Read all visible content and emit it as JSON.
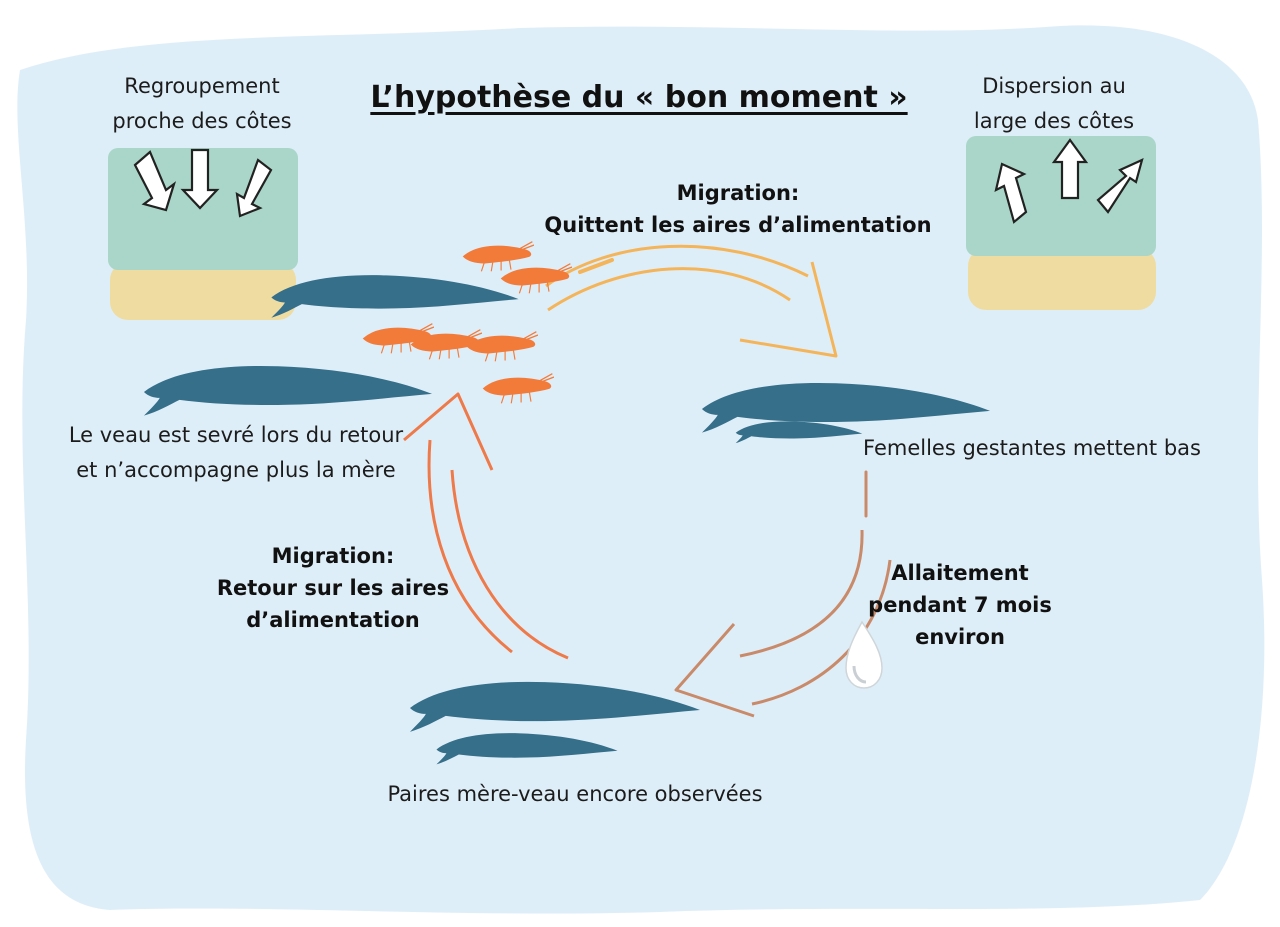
{
  "title": "L’hypothèse du « bon moment »",
  "colors": {
    "background": "#deeef8",
    "whale": "#356f8a",
    "krill": "#f27b3a",
    "arrow_top": "#f4b55a",
    "arrow_left": "#ee7a4a",
    "arrow_right": "#c98a6a",
    "water": "#a9d6c8",
    "sand": "#efdca0"
  },
  "labels": {
    "regroupement": [
      "Regroupement",
      "proche des côtes"
    ],
    "dispersion": [
      "Dispersion au",
      "large des côtes"
    ],
    "migration_out": [
      "Migration:",
      "Quittent les aires d’alimentation"
    ],
    "femelles": "Femelles gestantes mettent bas",
    "allaitement": [
      "Allaitement",
      "pendant 7 mois",
      "environ"
    ],
    "paires": "Paires mère-veau encore observées",
    "migration_back": [
      "Migration:",
      "Retour sur les aires",
      "d’alimentation"
    ],
    "veau": [
      "Le veau est sevré lors du retour",
      "et n’accompagne plus la mère"
    ]
  },
  "icons": {
    "whale": "blue-whale-icon",
    "krill": "krill-icon",
    "milk_drop": "milk-drop-icon",
    "inward_arrows": "inward-arrow-icon",
    "outward_arrows": "outward-arrow-icon"
  }
}
